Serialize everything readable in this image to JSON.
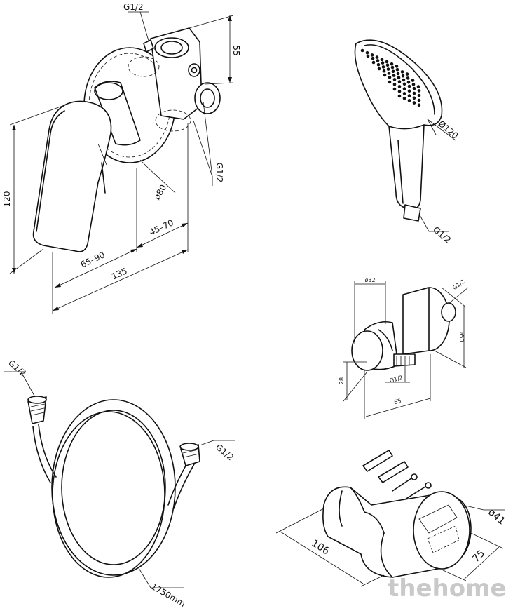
{
  "mixer": {
    "label_g12_top": "G1/2",
    "label_g12_side": "G1/2",
    "dim_55": "55",
    "dim_120": "120",
    "dim_80": "ø80",
    "dim_45_70": "45–70",
    "dim_65_90": "65–90",
    "dim_135": "135"
  },
  "handshower": {
    "dim_diameter": "Ø120",
    "label_g12": "G1/2"
  },
  "wall_outlet": {
    "dim_d32": "ø32",
    "label_g12_top": "G1/2",
    "dim_50": "ø50",
    "dim_28": "28",
    "label_g12_bottom": "G1/2",
    "dim_65": "65"
  },
  "hose": {
    "label_g12_left": "G1/2",
    "label_g12_right": "G1/2",
    "dim_length": "1750mm"
  },
  "holder": {
    "dim_106": "106",
    "dim_75": "75",
    "dim_41": "ø41"
  },
  "watermark": {
    "text": "thehome"
  }
}
